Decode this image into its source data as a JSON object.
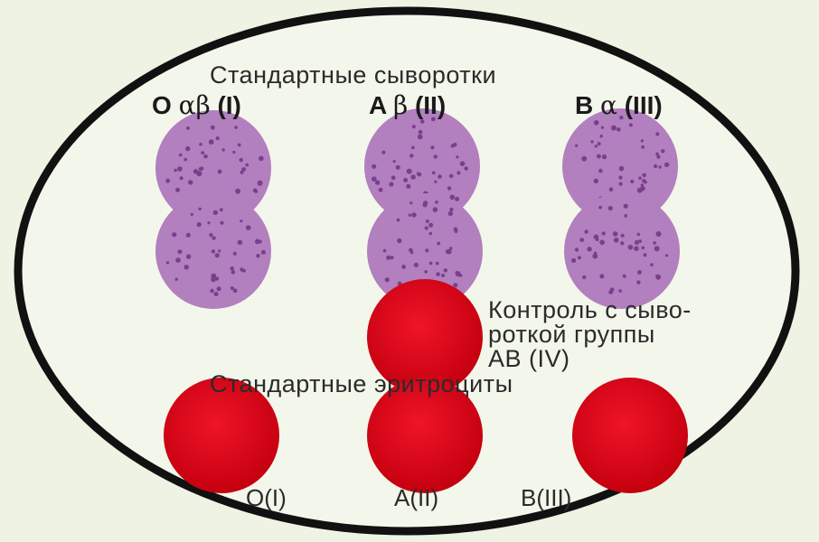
{
  "sera_title": "Стандартные сыворотки",
  "columns": [
    {
      "letter": "O",
      "greek": "αβ",
      "roman": "(I)"
    },
    {
      "letter": "A",
      "greek": "β",
      "roman": "(II)"
    },
    {
      "letter": "B",
      "greek": "α",
      "roman": "(III)"
    }
  ],
  "control_label": [
    "Контроль с сыво-",
    "роткой группы",
    "AB (IV)"
  ],
  "erythrocytes_title": "Стандартные эритроциты",
  "erythrocyte_labels": [
    "O(I)",
    "A(II)",
    "B(III)"
  ],
  "colors": {
    "background": "#eef3e3",
    "dish_outline": "#111111",
    "agglutinated_drop": "#b27fbf",
    "agglutinate_dots": "#7a3f8c",
    "red_drop": "#e0081b"
  }
}
